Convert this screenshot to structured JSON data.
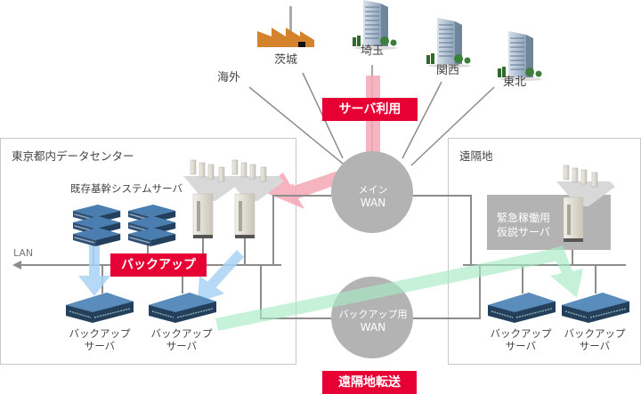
{
  "diagram": {
    "sites": [
      {
        "id": "ibaraki",
        "label": "茨城",
        "icon": "factory-icon"
      },
      {
        "id": "saitama",
        "label": "埼玉",
        "icon": "office-building-icon"
      },
      {
        "id": "kansai",
        "label": "関西",
        "icon": "office-building-icon"
      },
      {
        "id": "tohoku",
        "label": "東北",
        "icon": "office-building-icon"
      },
      {
        "id": "overseas",
        "label": "海外",
        "icon": ""
      }
    ],
    "tags": {
      "server_use": "サーバ利用",
      "backup": "バックアップ",
      "remote_transfer": "遠隔地転送"
    },
    "main_wan": {
      "line1": "メイン",
      "line2": "WAN"
    },
    "backup_wan": {
      "line1": "バックアップ用",
      "line2": "WAN"
    },
    "tokyo_dc": {
      "title": "東京都内データセンター",
      "core_servers_label": "既存基幹システムサーバ",
      "lan_label": "LAN",
      "backup_servers": [
        {
          "line1": "バックアップ",
          "line2": "サーバ"
        },
        {
          "line1": "バックアップ",
          "line2": "サーバ"
        }
      ]
    },
    "remote_site": {
      "title": "遠隔地",
      "emergency_server": {
        "line1": "緊急稼働用",
        "line2": "仮説サーバ"
      },
      "backup_servers": [
        {
          "line1": "バックアップ",
          "line2": "サーバ"
        },
        {
          "line1": "バックアップ",
          "line2": "サーバ"
        }
      ]
    },
    "colors": {
      "tag_red": "#e60033",
      "server_use_arrow": "#f4a7b5",
      "backup_arrow": "#a9d3f5",
      "transfer_arrow": "#b5f0cf",
      "wan_circle": "#b3b3b3",
      "line": "#8c8c8c"
    }
  }
}
